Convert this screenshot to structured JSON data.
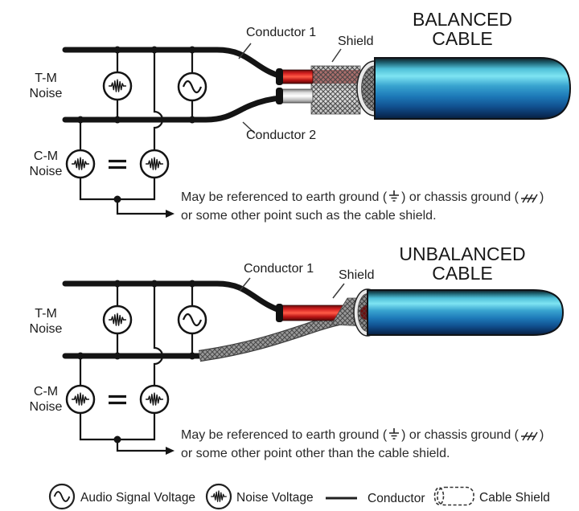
{
  "diagram": {
    "balanced": {
      "title_line1": "BALANCED",
      "title_line2": "CABLE",
      "conductor1_label": "Conductor 1",
      "conductor2_label": "Conductor 2",
      "shield_label": "Shield",
      "tm_noise_line1": "T-M",
      "tm_noise_line2": "Noise",
      "cm_noise_line1": "C-M",
      "cm_noise_line2": "Noise",
      "note": {
        "before_earth": "May be referenced to earth ground (",
        "earth_icon": "earth-ground-icon",
        "between": ") or chassis ground (",
        "chassis_icon": "chassis-ground-icon",
        "after": ")",
        "line2": "or some other point such as the cable shield."
      }
    },
    "unbalanced": {
      "title_line1": "UNBALANCED",
      "title_line2": "CABLE",
      "conductor1_label": "Conductor 1",
      "shield_label": "Shield",
      "tm_noise_line1": "T-M",
      "tm_noise_line2": "Noise",
      "cm_noise_line1": "C-M",
      "cm_noise_line2": "Noise",
      "note": {
        "before_earth": "May be referenced to earth ground (",
        "earth_icon": "earth-ground-icon",
        "between": ") or chassis ground (",
        "chassis_icon": "chassis-ground-icon",
        "after": ")",
        "line2": "or some other point other than the cable shield."
      }
    },
    "legend": {
      "items": [
        {
          "icon": "audio-signal-icon",
          "label": "Audio Signal Voltage"
        },
        {
          "icon": "noise-voltage-icon",
          "label": "Noise Voltage"
        },
        {
          "icon": "conductor-line-icon",
          "label": "Conductor"
        },
        {
          "icon": "cable-shield-icon",
          "label": "Cable Shield"
        }
      ]
    },
    "colors": {
      "cable_blue_highlight": "#7ee4f2",
      "cable_blue_mid": "#2a8fc4",
      "cable_blue_dark": "#0a2f5e",
      "conductor_red": "#d42020",
      "conductor_white": "#f2f2f2",
      "shield_braid_light": "#cbcbcb",
      "shield_braid_dark": "#8e8e8e",
      "wire_black": "#141414"
    }
  }
}
